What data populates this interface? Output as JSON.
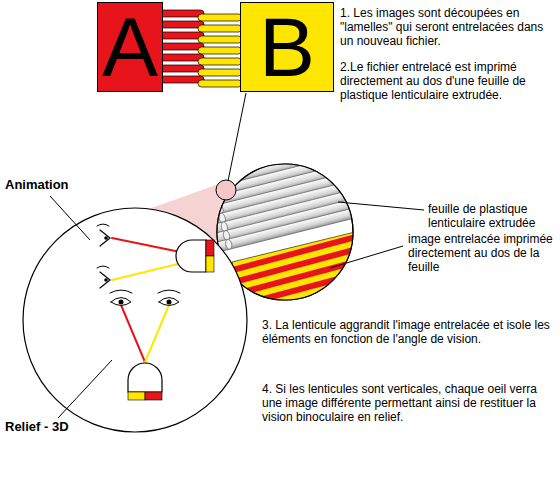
{
  "diagram": {
    "nodes": [
      {
        "text": [
          "A"
        ]
      },
      {
        "text": [
          "B"
        ]
      }
    ],
    "labels": [
      "1. Les images sont découpées en \"lamelles\" qui seront entrelacées dans un nouveau fichier.",
      "2.Le fichier entrelacé est imprimé directement au dos d'une feuille de plastique lenticulaire extrudée.",
      "feuille de plastique lenticulaire extrudée",
      "image entrelacée imprimée directement au dos de la feuille",
      "3. La lenticule aggrandit l'image entrelacée et isole les éléments en fonction de l'angle de vision.",
      "4. Si les lenticules sont verticales, chaque oeil verra une image différente permettant ainsi de restituer la vision binoculaire en relief.",
      "Animation",
      "Relief - 3D"
    ]
  }
}
